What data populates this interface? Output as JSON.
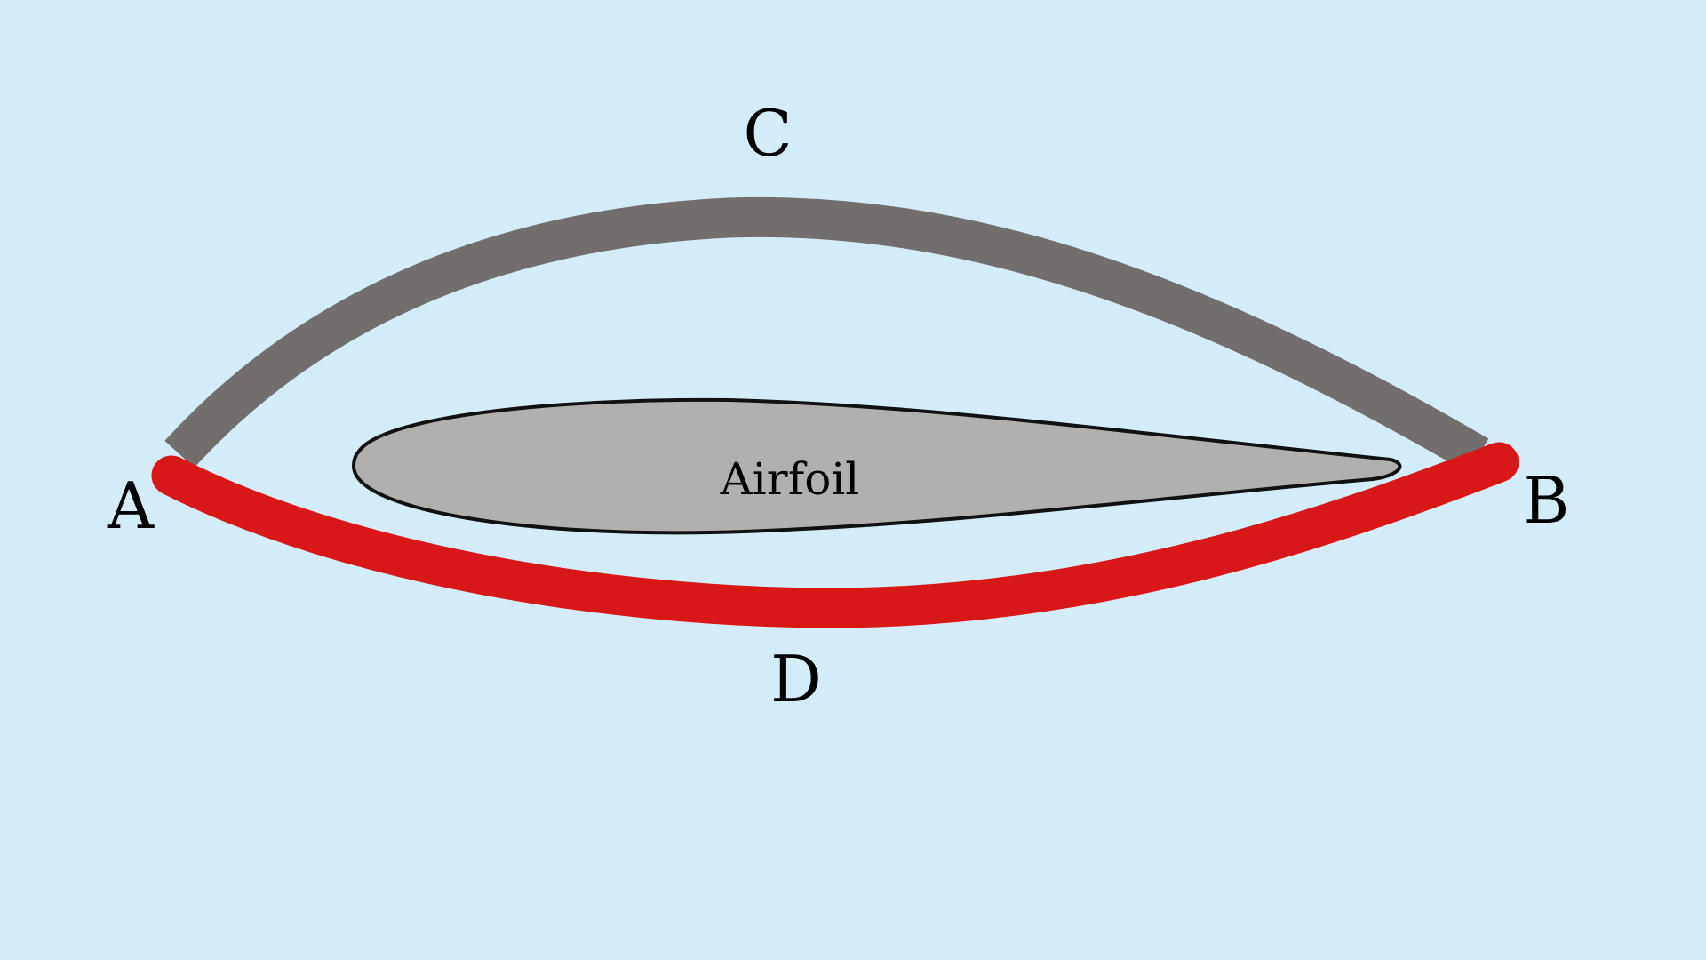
{
  "diagram": {
    "points": {
      "a": "A",
      "b": "B",
      "c": "C",
      "d": "D"
    },
    "body_label": "Airfoil",
    "colors": {
      "background": "#d4ecf8",
      "upper_path": "#736e6e",
      "lower_path": "#d81818",
      "airfoil_fill": "#b1b0ae",
      "airfoil_stroke": "#111111"
    }
  }
}
